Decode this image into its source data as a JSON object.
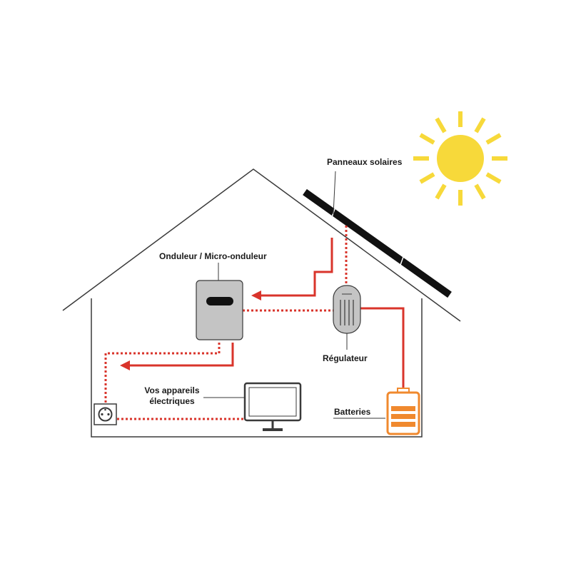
{
  "labels": {
    "panels": "Panneaux solaires",
    "inverter": "Onduleur / Micro-onduleur",
    "regulator": "Régulateur",
    "appliances_line1": "Vos appareils",
    "appliances_line2": "électriques",
    "batteries": "Batteries"
  },
  "colors": {
    "flow": "#d9342b",
    "sun": "#f7d93a",
    "battery": "#f0892e",
    "outline": "#3a3a3a",
    "device_fill": "#c4c4c4",
    "panel": "#111111"
  },
  "icons": [
    "sun-icon",
    "solar-panel-icon",
    "inverter-icon",
    "regulator-icon",
    "battery-icon",
    "monitor-icon",
    "outlet-icon"
  ]
}
